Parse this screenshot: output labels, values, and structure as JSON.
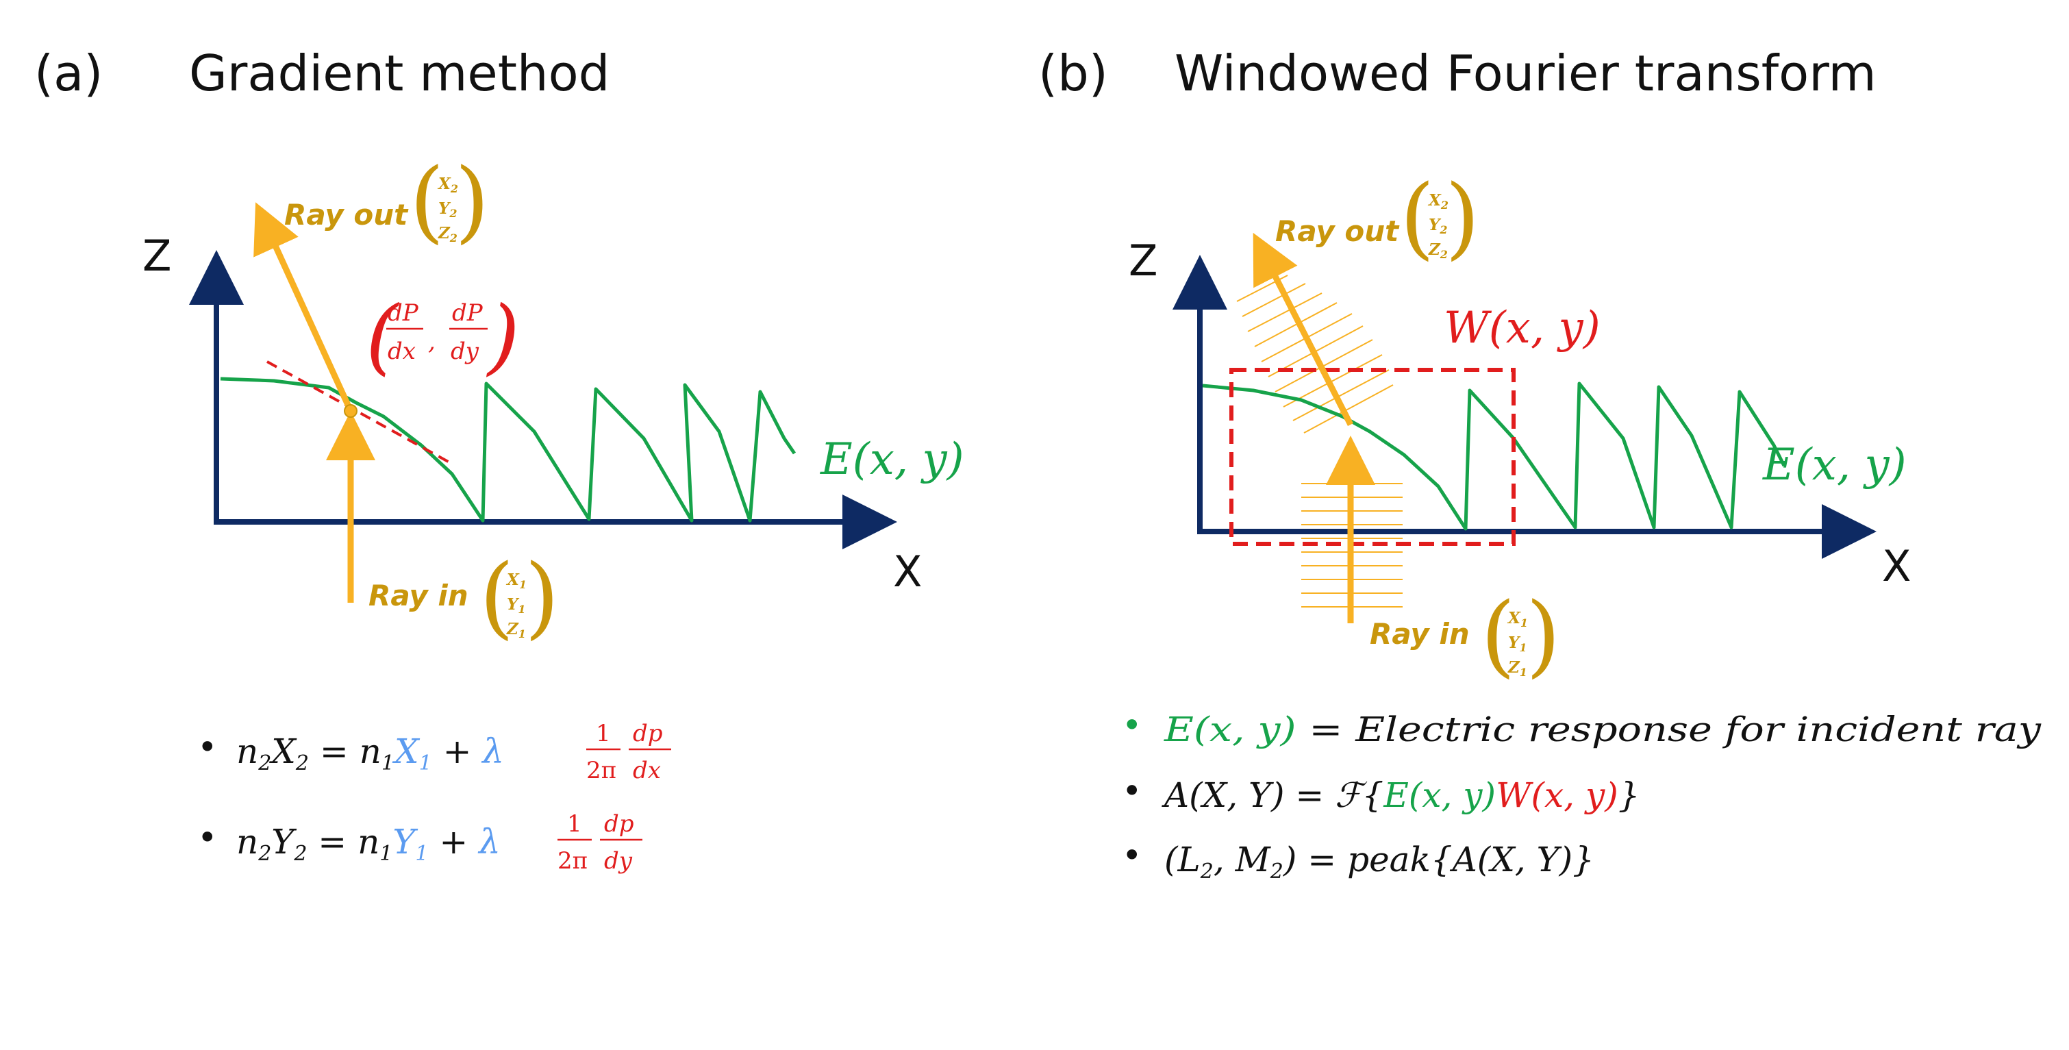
{
  "colors": {
    "axis": "#0e2a63",
    "signal": "#16a34a",
    "ray": "#f8b123",
    "ray_text": "#c9960c",
    "highlight": "#e11d1d",
    "input_symbol": "#5b9bf0"
  },
  "panel_a": {
    "letter": "(a)",
    "title": "Gradient method",
    "axis_x": "X",
    "axis_z": "Z",
    "ray_out_label": "Ray out",
    "ray_out_vector": [
      "X",
      "2",
      "Y",
      "2",
      "Z",
      "2"
    ],
    "ray_in_label": "Ray in",
    "ray_in_vector": [
      "X",
      "1",
      "Y",
      "1",
      "Z",
      "1"
    ],
    "gradient_num": "dP",
    "gradient_den_x": "dx",
    "gradient_den_y": "dy",
    "field_label": "E(x, y)",
    "equations": [
      {
        "bullet": "•",
        "lhs": "n",
        "lhs_sub": "2",
        "lhs_var": "X",
        "lhs_var_sub": "2",
        "eq": " = n",
        "n1_sub": "1",
        "in_var": "X",
        "in_sub": "1",
        "plus": " + ",
        "lambda": "λ",
        "one": "1",
        "two_pi": "2π",
        "dp": "dp",
        "d_var": "dx"
      },
      {
        "bullet": "•",
        "lhs": "n",
        "lhs_sub": "2",
        "lhs_var": "Y",
        "lhs_var_sub": "2",
        "eq": " = n",
        "n1_sub": "1",
        "in_var": "Y",
        "in_sub": "1",
        "plus": " + ",
        "lambda": "λ",
        "one": "1",
        "two_pi": "2π",
        "dp": "dp",
        "d_var": "dy"
      }
    ]
  },
  "panel_b": {
    "letter": "(b)",
    "title": "Windowed Fourier transform",
    "axis_x": "X",
    "axis_z": "Z",
    "ray_out_label": "Ray out",
    "ray_out_vector": [
      "X",
      "2",
      "Y",
      "2",
      "Z",
      "2"
    ],
    "ray_in_label": "Ray in",
    "ray_in_vector": [
      "X",
      "1",
      "Y",
      "1",
      "Z",
      "1"
    ],
    "window_label": "W(x, y)",
    "field_label": "E(x, y)",
    "bullets": [
      {
        "bullet": "•",
        "green": "E(x, y)",
        "rest": " = Electric response for incident ray"
      },
      {
        "bullet": "•",
        "black1": "A(X, Y) = ℱ{",
        "green": "E(x, y)",
        "red": "W(x, y)",
        "black2": "}"
      },
      {
        "bullet": "•",
        "text": "(L",
        "sub": "2",
        "text2": ", M",
        "sub2": "2",
        "text3": ") = peak{A(X, Y)}"
      }
    ]
  }
}
